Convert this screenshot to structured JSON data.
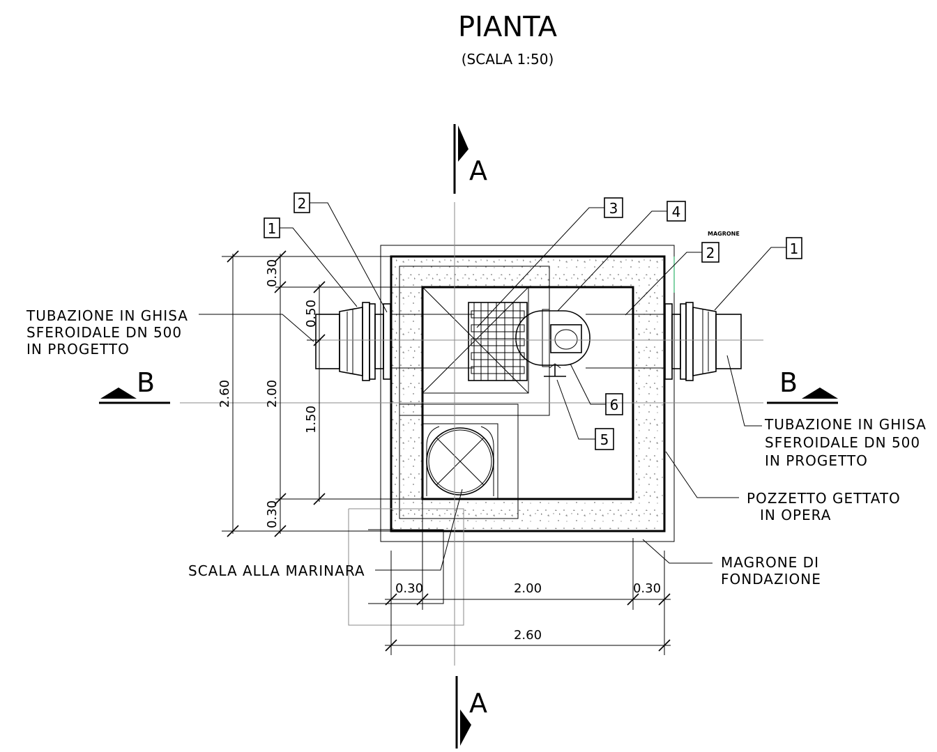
{
  "title": "PIANTA",
  "subtitle": "(SCALA 1:50)",
  "sections": {
    "a_top": "A",
    "a_bottom": "A",
    "b_left": "B",
    "b_right": "B"
  },
  "callouts": {
    "c1_left": "1",
    "c2_left": "2",
    "c3": "3",
    "c4": "4",
    "c2_right": "2",
    "c1_right": "1",
    "c5": "5",
    "c6": "6",
    "magrone_tag": "MAGRONE"
  },
  "labels": {
    "pipe_left": [
      "TUBAZIONE IN GHISA",
      "SFEROIDALE DN 500",
      "IN PROGETTO"
    ],
    "pipe_right": [
      "TUBAZIONE IN GHISA",
      "SFEROIDALE DN 500",
      "IN PROGETTO"
    ],
    "pozzetto": [
      "POZZETTO GETTATO",
      "IN OPERA"
    ],
    "magrone": [
      "MAGRONE DI",
      "FONDAZIONE"
    ],
    "scala": "SCALA ALLA MARINARA"
  },
  "dimensions": {
    "v_total": "2.60",
    "v_inner": "2.00",
    "v_top_wall": "0.30",
    "v_bottom_wall": "0.30",
    "v_050": "0.50",
    "v_150": "1.50",
    "h_left_wall": "0.30",
    "h_inner": "2.00",
    "h_right_wall": "0.30",
    "h_total": "2.60"
  }
}
